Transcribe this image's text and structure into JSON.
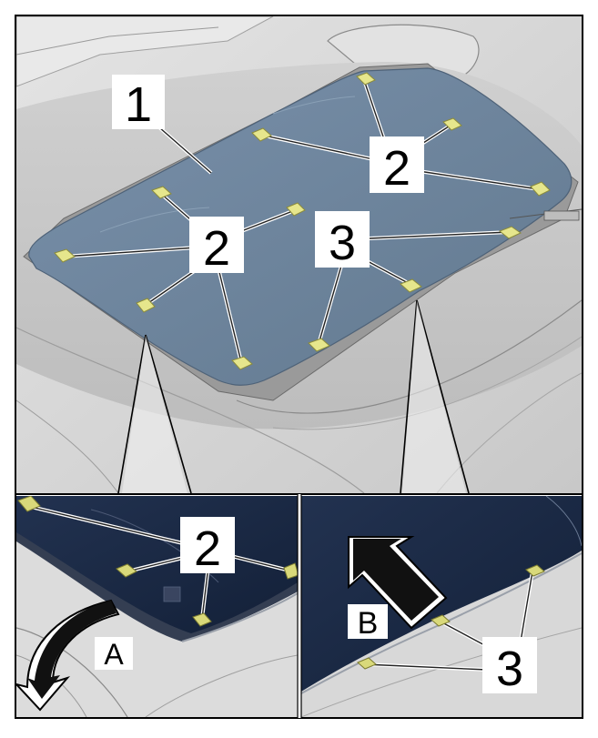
{
  "callouts": {
    "main_part": "1",
    "clips_a": "2",
    "clips_b": "2",
    "clips_c": "3",
    "detail_left_clips": "2",
    "detail_right_clips": "3"
  },
  "arrows": {
    "rotate": "A",
    "push": "B"
  },
  "colors": {
    "glass_panel": "#6f87a0",
    "detail_glass": "#1c2b44",
    "clip": "#e6e68c",
    "body": "#d9d9d9",
    "frame": "#000000"
  }
}
